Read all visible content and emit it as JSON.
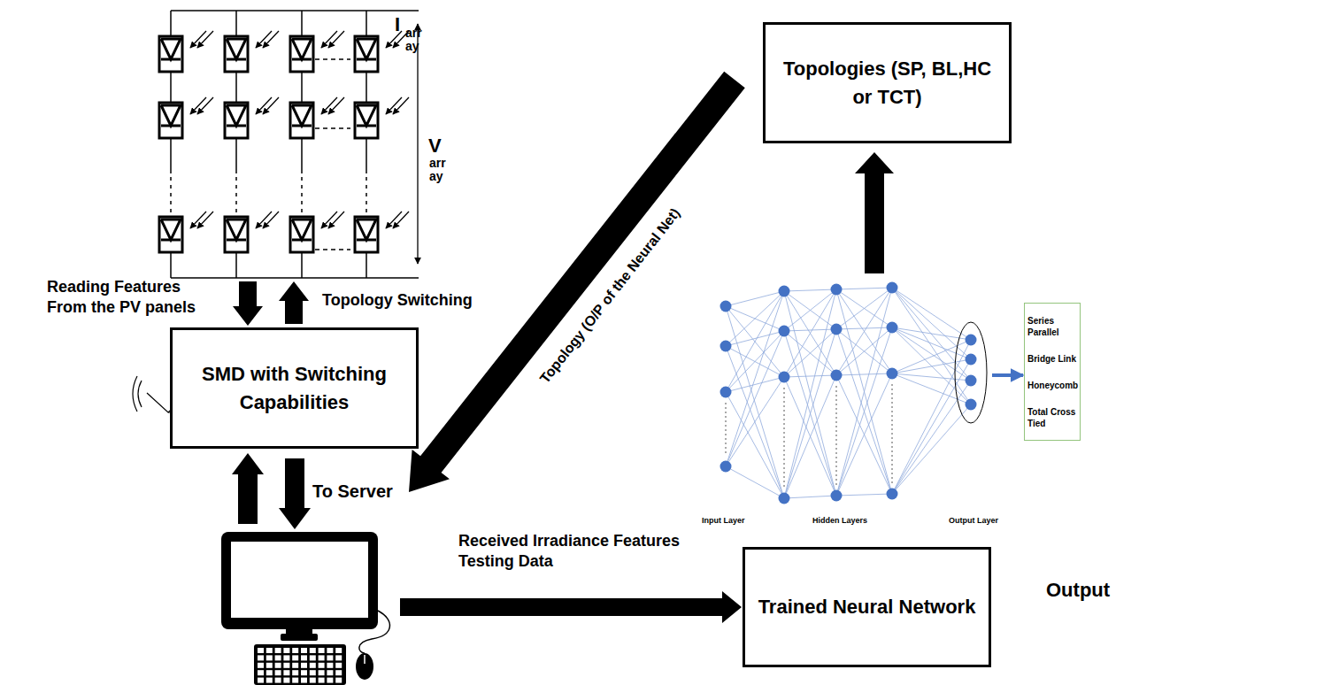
{
  "diagram": {
    "nodes": [
      {
        "text": [
          "Topologies (SP, BL,HC or TCT)"
        ]
      },
      {
        "text": [
          "SMD with Switching Capabilities"
        ]
      },
      {
        "text": [
          "Trained Neural Network"
        ]
      },
      {
        "text": [
          "Series Parallel",
          "Bridge Link",
          "Honeycomb",
          "Total Cross Tied"
        ]
      }
    ],
    "labels": [
      "I",
      "array",
      "V",
      "array",
      "Reading Features From the PV panels",
      "Topology Switching",
      "To Server",
      "Topology (O/P of the Neural Net)",
      "Received Irradiance Features Testing Data",
      "Input Layer",
      "Hidden Layers",
      "Output Layer",
      "Output"
    ]
  }
}
